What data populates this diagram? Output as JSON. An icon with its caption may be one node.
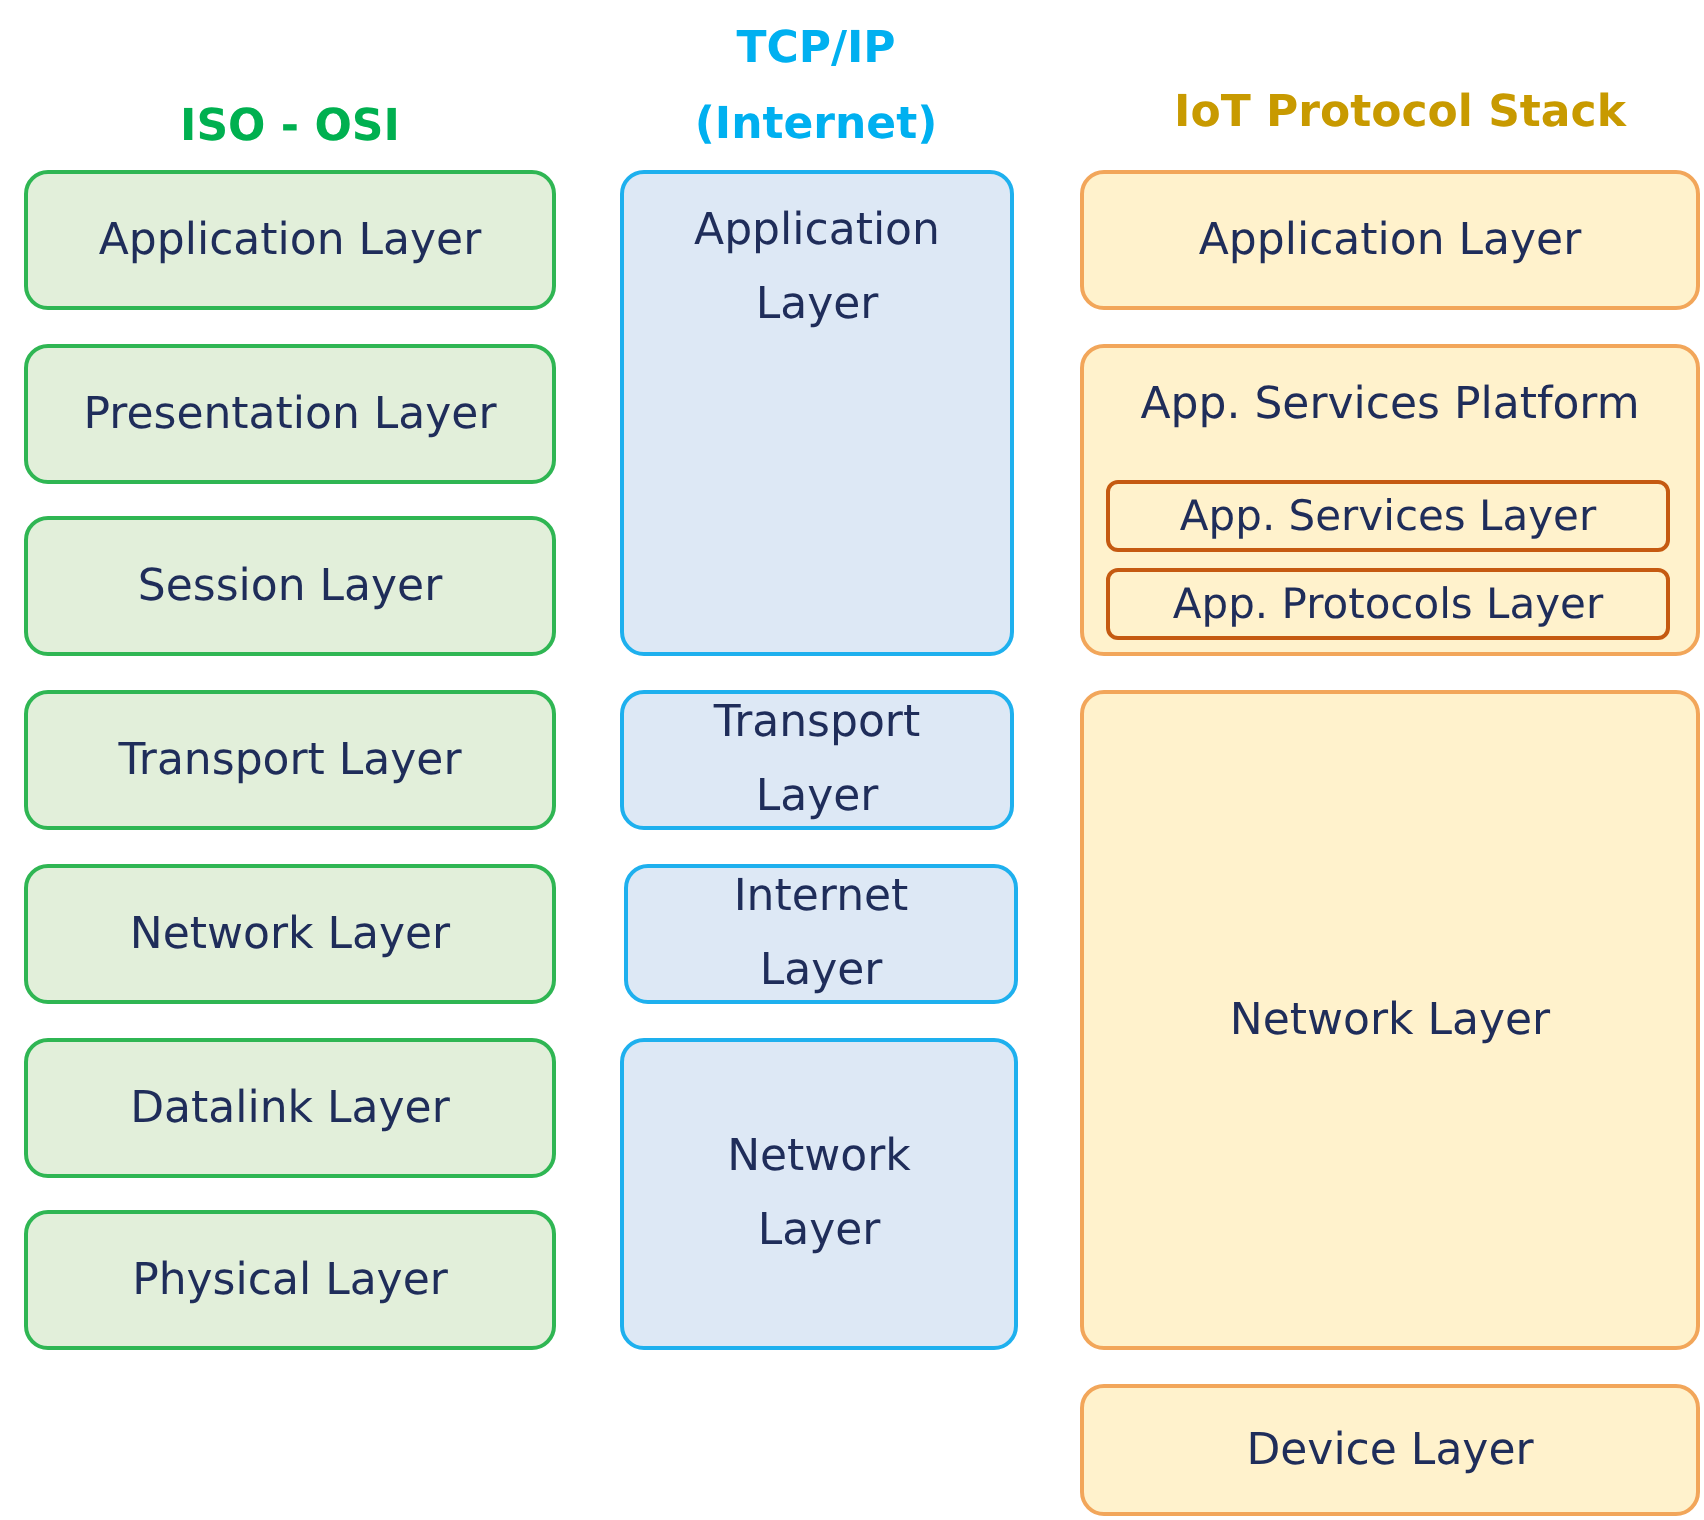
{
  "diagram": {
    "nodes": [
      {
        "text": [
          "Application Layer"
        ]
      },
      {
        "text": [
          "Presentation Layer"
        ]
      },
      {
        "text": [
          "Session Layer"
        ]
      },
      {
        "text": [
          "Transport Layer"
        ]
      },
      {
        "text": [
          "Network Layer"
        ]
      },
      {
        "text": [
          "Datalink Layer"
        ]
      },
      {
        "text": [
          "Physical Layer"
        ]
      },
      {
        "text": [
          "Application Layer"
        ]
      },
      {
        "text": [
          "Transport Layer"
        ]
      },
      {
        "text": [
          "Internet Layer"
        ]
      },
      {
        "text": [
          "Network Layer"
        ]
      },
      {
        "text": [
          "Application Layer"
        ]
      },
      {
        "text": [
          "App. Services Platform"
        ]
      },
      {
        "text": [
          "App. Services Layer"
        ],
        "in": 12
      },
      {
        "text": [
          "App. Protocols Layer"
        ],
        "in": 12
      },
      {
        "text": [
          "Network Layer"
        ]
      },
      {
        "text": [
          "Device Layer"
        ]
      }
    ],
    "labels": [
      "ISO - OSI",
      "TCP/IP (Internet)",
      "IoT Protocol Stack"
    ]
  }
}
